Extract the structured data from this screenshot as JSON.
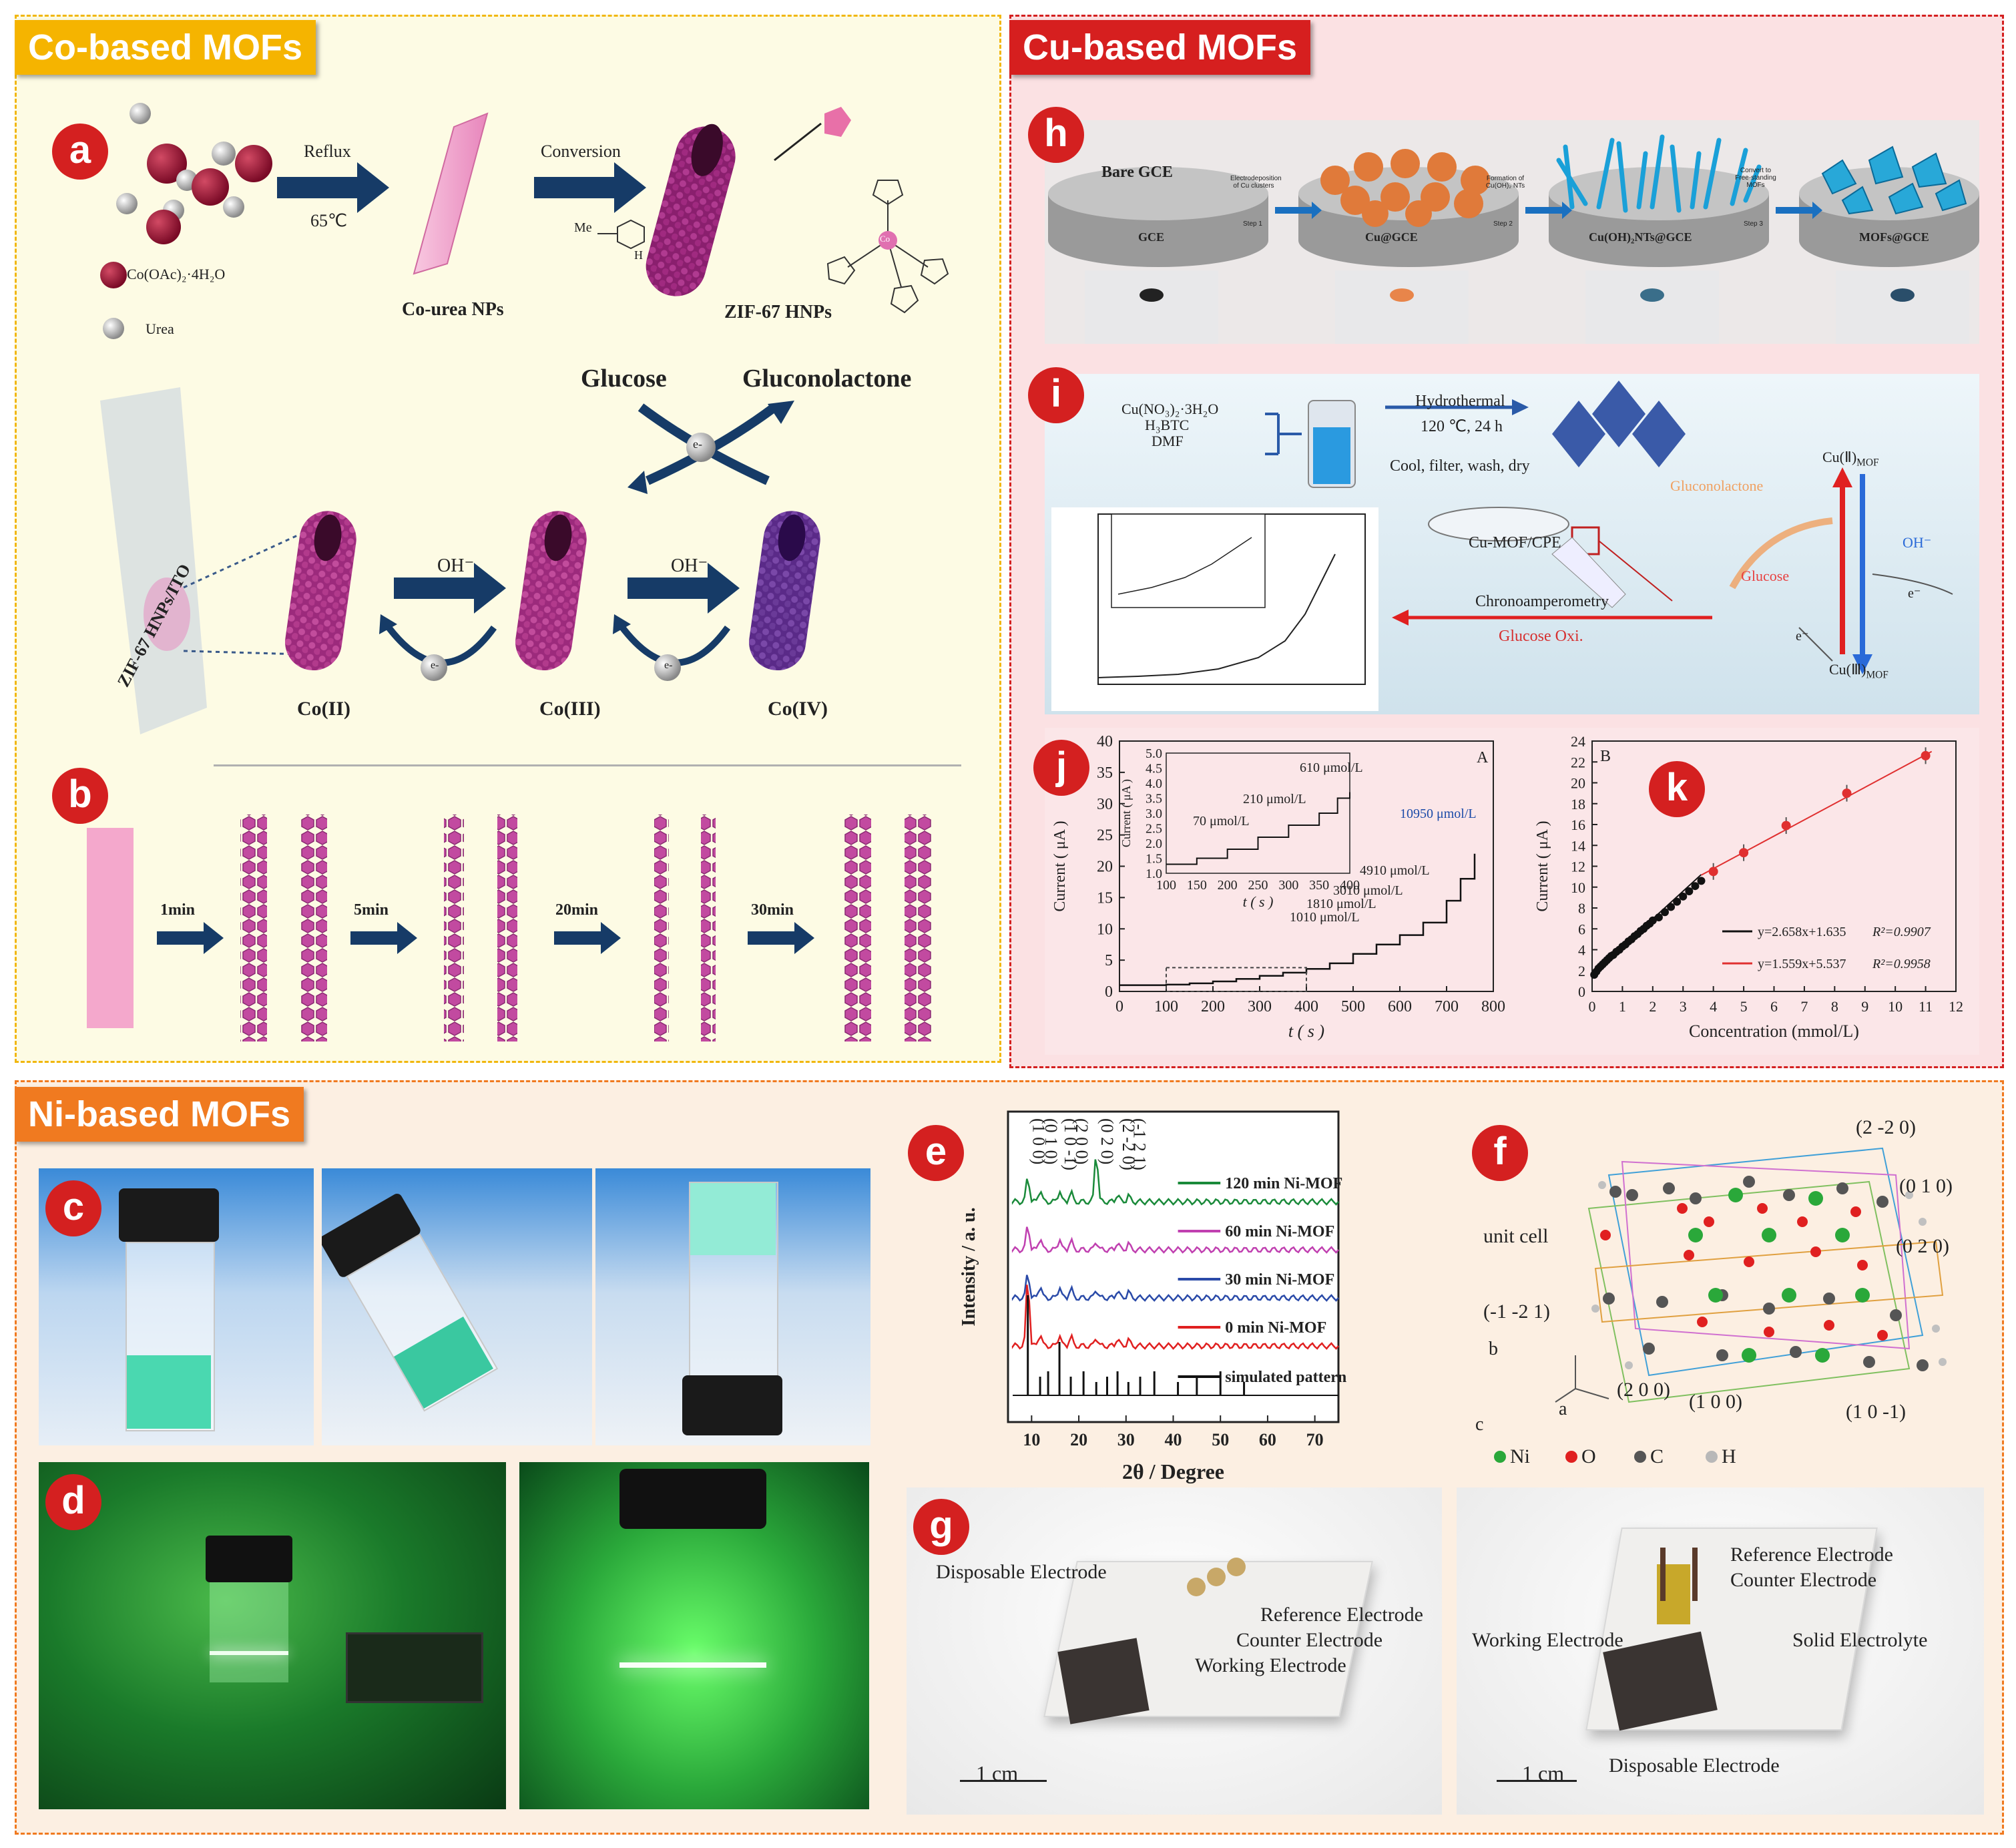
{
  "sections": {
    "co": {
      "title": "Co-based MOFs",
      "color": "#f5b400"
    },
    "cu": {
      "title": "Cu-based MOFs",
      "color": "#d61f1f"
    },
    "ni": {
      "title": "Ni-based MOFs",
      "color": "#f07a20"
    }
  },
  "badges": {
    "a": "a",
    "b": "b",
    "c": "c",
    "d": "d",
    "e": "e",
    "f": "f",
    "g": "g",
    "h": "h",
    "i": "i",
    "j": "j",
    "k": "k"
  },
  "panel_a": {
    "co_salt": "Co(OAc)₂·4H₂O",
    "urea": "Urea",
    "step1_top": "Reflux",
    "step1_bottom": "65℃",
    "step2_top": "Conversion",
    "ligand": "Me",
    "ligand_h": "H",
    "product1": "Co-urea NPs",
    "product2": "ZIF-67 HNPs",
    "co_atom": "Co",
    "glucose": "Glucose",
    "gluconolactone": "Gluconolactone",
    "electron": "e-",
    "electrode": "ZIF-67 HNPs/ITO",
    "oh1": "OH⁻",
    "oh2": "OH⁻",
    "e1": "e-",
    "e2": "e-",
    "state1": "Co(II)",
    "state2": "Co(III)",
    "state3": "Co(IV)"
  },
  "panel_b": {
    "t1": "1min",
    "t2": "5min",
    "t3": "20min",
    "t4": "30min"
  },
  "panel_h": {
    "disk1_top": "Bare GCE",
    "disk1_bottom": "GCE",
    "disk2_bottom": "Cu@GCE",
    "disk3_bottom": "Cu(OH)₂NTs@GCE",
    "disk4_bottom": "MOFs@GCE",
    "arrow1_top": "Electrodeposition of Cu clusters",
    "arrow1_bottom": "Step 1",
    "arrow2_top": "Formation of Cu(OH)₂ NTs",
    "arrow2_bottom": "Step 2",
    "arrow3_top": "Convert to Free-standing MOFs",
    "arrow3_bottom": "Step 3"
  },
  "panel_i": {
    "reagents": [
      "Cu(NO₃)₂·3H₂O",
      "H₃BTC",
      "DMF"
    ],
    "hydro_top": "Hydrothermal",
    "hydro_mid": "120 ℃, 24 h",
    "hydro_bottom": "Cool, filter, wash, dry",
    "cpe": "Cu-MOF/CPE",
    "chrono": "Chronoamperometry",
    "glucose_oxi": "Glucose Oxi.",
    "glucose": "Glucose",
    "gluconolactone": "Gluconolactone",
    "cu2": "Cu(Ⅱ)",
    "cu2_sub": "MOF",
    "cu3": "Cu(Ⅲ)",
    "cu3_sub": "MOF",
    "oh": "OH⁻",
    "e1": "e⁻",
    "e2": "e⁻"
  },
  "chart_j": {
    "letter": "A",
    "xlabel": "t ( s )",
    "ylabel": "Current ( μA )",
    "inset_xlabel": "t ( s )",
    "inset_ylabel": "Current ( μA )",
    "ann": [
      "610 μmol/L",
      "210 μmol/L",
      "70 μmol/L",
      "10950 μmol/L",
      "4910 μmol/L",
      "3010 μmol/L",
      "1810 μmol/L",
      "1010 μmol/L"
    ]
  },
  "chart_k": {
    "letter": "B",
    "xlabel": "Concentration (mmol/L)",
    "ylabel": "Current ( μA )",
    "legend": [
      {
        "eq": "y=2.658x+1.635",
        "r2": "R²=0.9907",
        "color": "#111111"
      },
      {
        "eq": "y=1.559x+5.537",
        "r2": "R²=0.9958",
        "color": "#e03030"
      }
    ]
  },
  "chart_data": [
    {
      "type": "line",
      "id": "j",
      "xlim": [
        0,
        800
      ],
      "ylim": [
        0,
        40
      ],
      "xticks": [
        0,
        100,
        200,
        300,
        400,
        500,
        600,
        700,
        800
      ],
      "yticks": [
        0,
        5,
        10,
        15,
        20,
        25,
        30,
        35,
        40
      ],
      "x": [
        0,
        100,
        150,
        200,
        250,
        300,
        350,
        400,
        450,
        500,
        550,
        600,
        650,
        700,
        730,
        760
      ],
      "y": [
        1.0,
        1.1,
        1.3,
        1.6,
        2.0,
        2.5,
        3.0,
        3.6,
        4.5,
        6.0,
        7.5,
        9.0,
        11.0,
        14.5,
        18.0,
        22.0
      ],
      "inset": {
        "xlim": [
          100,
          400
        ],
        "ylim": [
          1.0,
          5.0
        ],
        "xticks": [
          100,
          150,
          200,
          250,
          300,
          350,
          400
        ],
        "yticks": [
          1.0,
          1.5,
          2.0,
          2.5,
          3.0,
          3.5,
          4.0,
          4.5,
          5.0
        ],
        "x": [
          100,
          150,
          200,
          250,
          300,
          350,
          380,
          400
        ],
        "y": [
          1.3,
          1.5,
          1.8,
          2.2,
          2.6,
          3.0,
          3.5,
          3.7
        ]
      }
    },
    {
      "type": "scatter",
      "id": "k",
      "xlim": [
        0,
        12
      ],
      "ylim": [
        0,
        24
      ],
      "xticks": [
        0,
        1,
        2,
        3,
        4,
        5,
        6,
        7,
        8,
        9,
        10,
        11,
        12
      ],
      "yticks": [
        0,
        2,
        4,
        6,
        8,
        10,
        12,
        14,
        16,
        18,
        20,
        22,
        24
      ],
      "series": [
        {
          "x": [
            0.07,
            0.14,
            0.21,
            0.28,
            0.35,
            0.42,
            0.49,
            0.56,
            0.63,
            0.7,
            0.8,
            0.9,
            1.0,
            1.1,
            1.2,
            1.3,
            1.4,
            1.5,
            1.6,
            1.7,
            1.8,
            1.9,
            2.0,
            2.2,
            2.4,
            2.6,
            2.8,
            3.0,
            3.2,
            3.4,
            3.6
          ],
          "y": [
            1.6,
            1.9,
            2.2,
            2.4,
            2.6,
            2.8,
            3.0,
            3.2,
            3.4,
            3.5,
            3.8,
            4.0,
            4.3,
            4.5,
            4.8,
            5.0,
            5.3,
            5.5,
            5.8,
            6.0,
            6.3,
            6.5,
            6.8,
            7.1,
            7.6,
            8.1,
            8.6,
            9.1,
            9.6,
            10.1,
            10.6
          ]
        },
        {
          "x": [
            4.0,
            5.0,
            6.4,
            8.4,
            11.0
          ],
          "y": [
            11.5,
            13.3,
            15.9,
            19.0,
            22.6
          ]
        }
      ]
    },
    {
      "type": "line",
      "id": "e",
      "xlabel": "2θ / Degree",
      "ylabel": "Intensity / a. u.",
      "xlim": [
        5,
        75
      ],
      "xticks": [
        10,
        20,
        30,
        40,
        50,
        60,
        70
      ],
      "series": [
        {
          "name": "120 min Ni-MOF",
          "color": "#1a8a3a"
        },
        {
          "name": "60 min Ni-MOF",
          "color": "#c040b0"
        },
        {
          "name": "30 min Ni-MOF",
          "color": "#2a4aa8"
        },
        {
          "name": "0 min Ni-MOF",
          "color": "#e02020"
        },
        {
          "name": "simulated pattern",
          "color": "#111111"
        }
      ],
      "peaks": [
        "(1 0 0)",
        "(0 1 0)",
        "(1 0 -1)",
        "(2 0 0)",
        "(0 2 0)",
        "(2 -2 0)",
        "(-1 2 1)"
      ]
    }
  ],
  "panel_f": {
    "planes": [
      "(2 -2 0)",
      "(0 1 0)",
      "(0 2 0)",
      "(-1 -2 1)",
      "(2 0 0)",
      "(1 0 0)",
      "(1 0 -1)"
    ],
    "unit_cell": "unit cell",
    "axes": [
      "b",
      "a",
      "c"
    ],
    "legend": [
      {
        "label": "Ni",
        "color": "#2aa83a"
      },
      {
        "label": "O",
        "color": "#e02020"
      },
      {
        "label": "C",
        "color": "#555555"
      },
      {
        "label": "H",
        "color": "#b8b8b8"
      }
    ]
  },
  "panel_g": {
    "left": {
      "disposable": "Disposable Electrode",
      "reference": "Reference Electrode",
      "counter": "Counter Electrode",
      "working": "Working Electrode",
      "scale": "1 cm"
    },
    "right": {
      "reference": "Reference Electrode",
      "counter": "Counter Electrode",
      "working": "Working Electrode",
      "solid": "Solid Electrolyte",
      "disposable": "Disposable Electrode",
      "scale": "1 cm"
    }
  }
}
